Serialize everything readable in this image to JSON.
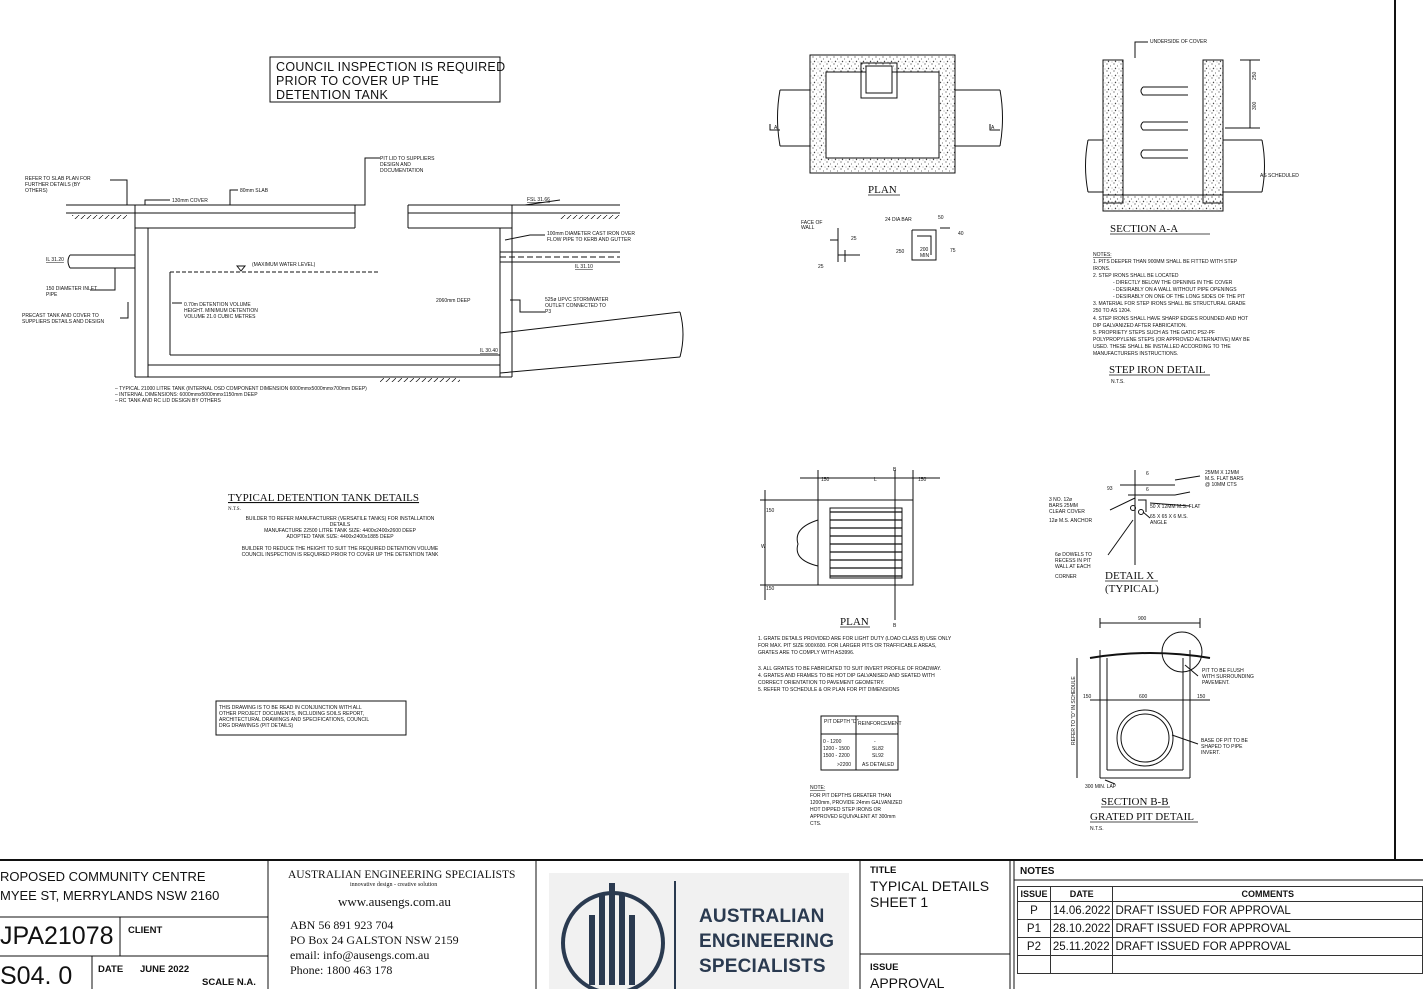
{
  "inspection_box": [
    "COUNCIL INSPECTION IS REQUIRED",
    "PRIOR TO COVER UP THE",
    "DETENTION TANK"
  ],
  "tank_section": {
    "refer_slab": [
      "REFER TO SLAB PLAN FOR",
      "FURTHER DETAILS (BY",
      "OTHERS)"
    ],
    "cover": "130mm COVER",
    "slab": "80mm SLAB",
    "pit_lid": [
      "PIT LID TO SUPPLIERS",
      "DESIGN AND",
      "DOCUMENTATION"
    ],
    "fsl": "FSL 31.66",
    "il_left": "IL 31.20",
    "il_right": "IL 31.10",
    "il_bottom": "IL 30.40",
    "cast_iron": [
      "100mm DIAMETER CAST IRON OVER",
      "FLOW PIPE TO KERB AND GUTTER"
    ],
    "inlet": [
      "150 DIAMETER INLET",
      "PIPE"
    ],
    "precast": [
      "PRECAST TANK AND COVER TO",
      "SUPPLIERS DETAILS AND DESIGN"
    ],
    "max_water": "(MAXIMUM WATER LEVEL)",
    "volume": [
      "0.70m DETENTION VOLUME",
      "HEIGHT. MINIMUM DETENTION",
      "VOLUME 21.0 CUBIC METRES"
    ],
    "deep": "2060mm DEEP",
    "outlet": [
      "525ø UPVC STORMWATER",
      "OUTLET CONNECTED TO",
      "P3"
    ],
    "bullets": [
      "TYPICAL 21000 LITRE TANK (INTERNAL OSD COMPONENT DIMENSION 6000mmx5000mmx700mm DEEP)",
      "INTERNAL DIMENSIONS: 6000mmx5000mmx1150mm DEEP",
      "RC TANK AND RC LID DESIGN BY OTHERS"
    ]
  },
  "typical_detention": {
    "title": "TYPICAL DETENTION TANK DETAILS",
    "nts": "N.T.S.",
    "lines": [
      "BUILDER TO REFER MANUFACTURER (VERSATILE TANKS) FOR INSTALLATION",
      "DETAILS",
      "MANUFACTURE 22500 LITRE TANK SIZE: 4400x2400x2600 DEEP",
      "ADOPTED TANK SIZE: 4400x2400x1885 DEEP",
      "BUILDER TO REDUCE THE HEIGHT TO SUIT THE REQUIRED DETENTION VOLUME",
      "COUNCIL INSPECTION IS REQUIRED PRIOR TO COVER UP THE DETENTION TANK"
    ]
  },
  "read_note": [
    "THIS DRAWING IS TO BE READ IN CONJUNCTION WITH ALL",
    "OTHER PROJECT DOCUMENTS, INCLUDING SOILS REPORT,",
    "ARCHITECTURAL DRAWINGS AND SPECIFICATIONS, COUNCIL",
    "DRG DRAWINGS (PIT DETAILS)"
  ],
  "pit_plan": {
    "label": "PLAN",
    "section_mark": "A",
    "face_of_wall": [
      "FACE OF",
      "WALL"
    ],
    "dia_bar": "24 DIA BAR",
    "dims": [
      "50",
      "25",
      "25",
      "40",
      "250",
      "200",
      "MIN",
      "75"
    ]
  },
  "section_aa": {
    "underside": "UNDERSIDE OF COVER",
    "as_scheduled": "AS SCHEDULED",
    "dims": [
      "250",
      "300"
    ],
    "label": "SECTION A-A"
  },
  "step_notes": {
    "heading": "NOTES:",
    "lines": [
      "1. PITS DEEPER THAN 900MM SHALL BE FITTED WITH STEP",
      "IRONS.",
      "2. STEP IRONS SHALL BE LOCATED",
      "- DIRECTLY BELOW THE OPENING IN THE COVER",
      "- DESIRABLY ON A WALL WITHOUT PIPE OPENINGS",
      "- DESIRABLY ON ONE OF THE LONG SIDES OF THE PIT",
      "3. MATERIAL FOR STEP IRONS SHALL BE STRUCTURAL GRADE",
      "250 TO AS 1204.",
      "4. STEP IRONS SHALL HAVE SHARP EDGES ROUNDED AND HOT",
      "DIP GALVANIZED AFTER FABRICATION.",
      "5. PROPRIETY STEPS SUCH AS THE GATIC PS2-PF",
      "POLYPROPYLENE STEPS (OR APPROVED ALTERNATIVE) MAY BE",
      "USED. THESE SHALL BE INSTALLED ACCORDING TO THE",
      "MANUFACTURERS INSTRUCTIONS."
    ],
    "title": "STEP IRON DETAIL",
    "nts": "N.T.S."
  },
  "grate_plan": {
    "label": "PLAN",
    "dims": [
      "150",
      "L",
      "150",
      "150",
      "W",
      "150",
      "B",
      "B"
    ]
  },
  "grate_notes": [
    "1. GRATE DETAILS PROVIDED ARE FOR LIGHT DUTY (LOAD CLASS B) USE ONLY",
    "FOR MAX. PIT SIZE 900X600. FOR LARGER PITS OR TRAFFICABLE AREAS,",
    "GRATES ARE TO COMPLY WITH AS3996.",
    "",
    "3. ALL GRATES TO BE FABRICATED TO SUIT INVERT PROFILE OF ROADWAY.",
    "4. GRATES AND FRAMES TO BE HOT DIP GALVANISED AND SEATED WITH",
    "CORRECT ORIENTATION TO PAVEMENT GEOMETRY.",
    "5. REFER TO SCHEDULE & OR PLAN FOR PIT DIMENSIONS"
  ],
  "pit_table": {
    "headers": [
      "PIT DEPTH \"D\"",
      "REINFORCEMENT"
    ],
    "rows": [
      [
        "0 - 1200",
        "-"
      ],
      [
        "1200 - 1500",
        "SL82"
      ],
      [
        "1500 - 2200",
        "SL92"
      ],
      [
        ">2200",
        "AS DETAILED"
      ]
    ]
  },
  "pit_note": {
    "heading": "NOTE:",
    "lines": [
      "FOR PIT DEPTHS GREATER THAN",
      "1200mm, PROVIDE 24mm GALVANIZED",
      "HOT DIPPED STEP IRONS OR",
      "APPROVED EQUIVALENT AT 300mm",
      "CTS."
    ]
  },
  "detail_x": {
    "flat_bars": [
      "25MM X 12MM",
      "M.S. FLAT BARS",
      "@ 10MM CTS"
    ],
    "bars": [
      "3 NO. 12ø",
      "BARS 25MM",
      "CLEAR COVER",
      "12ø M.S. ANCHOR"
    ],
    "flat": "50 X 12MM M.S. FLAT",
    "angle": [
      "65 X 65 X 6 M.S.",
      "ANGLE"
    ],
    "dowels": [
      "6ø DOWELS TO",
      "RECESS IN PIT",
      "WALL AT EACH",
      "CORNER"
    ],
    "title": "DETAIL X",
    "subtitle": "(TYPICAL)",
    "dims": [
      "6",
      "93",
      "6"
    ]
  },
  "section_bb": {
    "dim_top": "900",
    "dims": [
      "150",
      "600",
      "150"
    ],
    "refer": "REFER TO \"D\" IN SCHEDULE",
    "flush": [
      "PIT TO BE FLUSH",
      "WITH SURROUNDING",
      "PAVEMENT."
    ],
    "base": [
      "BASE OF PIT TO BE",
      "SHAPED TO PIPE",
      "INVERT."
    ],
    "lap": "300 MIN. LAP",
    "title": "SECTION B-B",
    "subtitle": "GRATED PIT DETAIL",
    "nts": "N.T.S."
  },
  "title_block": {
    "project_line1": "ROPOSED COMMUNITY CENTRE",
    "project_line2": "MYEE ST, MERRYLANDS  NSW 2160",
    "job_no": "JPA21078",
    "client_label": "CLIENT",
    "drawing_no": "S04. 0",
    "date_label": "DATE",
    "date_value": "JUNE 2022",
    "scale": "SCALE N.A.",
    "firm_name": "AUSTRALIAN ENGINEERING SPECIALISTS",
    "tagline": "innovative design - creative solution",
    "website": "www.ausengs.com.au",
    "abn": "ABN 56 891 923 704",
    "po_box": "PO Box 24 GALSTON NSW 2159",
    "email": "email: info@ausengs.com.au",
    "phone": "Phone: 1800 463 178",
    "logo_words": [
      "AUSTRALIAN",
      "ENGINEERING",
      "SPECIALISTS"
    ],
    "title_label": "TITLE",
    "title_line1": "TYPICAL DETAILS",
    "title_line2": "SHEET 1",
    "issue_label": "ISSUE",
    "issue_value": "APPROVAL",
    "notes_label": "NOTES",
    "notes_headers": [
      "ISSUE",
      "DATE",
      "COMMENTS"
    ],
    "notes_rows": [
      [
        "P",
        "14.06.2022",
        "DRAFT ISSUED FOR APPROVAL"
      ],
      [
        "P1",
        "28.10.2022",
        "DRAFT ISSUED FOR APPROVAL"
      ],
      [
        "P2",
        "25.11.2022",
        "DRAFT ISSUED FOR APPROVAL"
      ],
      [
        "",
        "",
        ""
      ]
    ]
  },
  "colors": {
    "line": "#111111",
    "logo_blue": "#2a3a50",
    "concrete_dot": "#555555"
  }
}
